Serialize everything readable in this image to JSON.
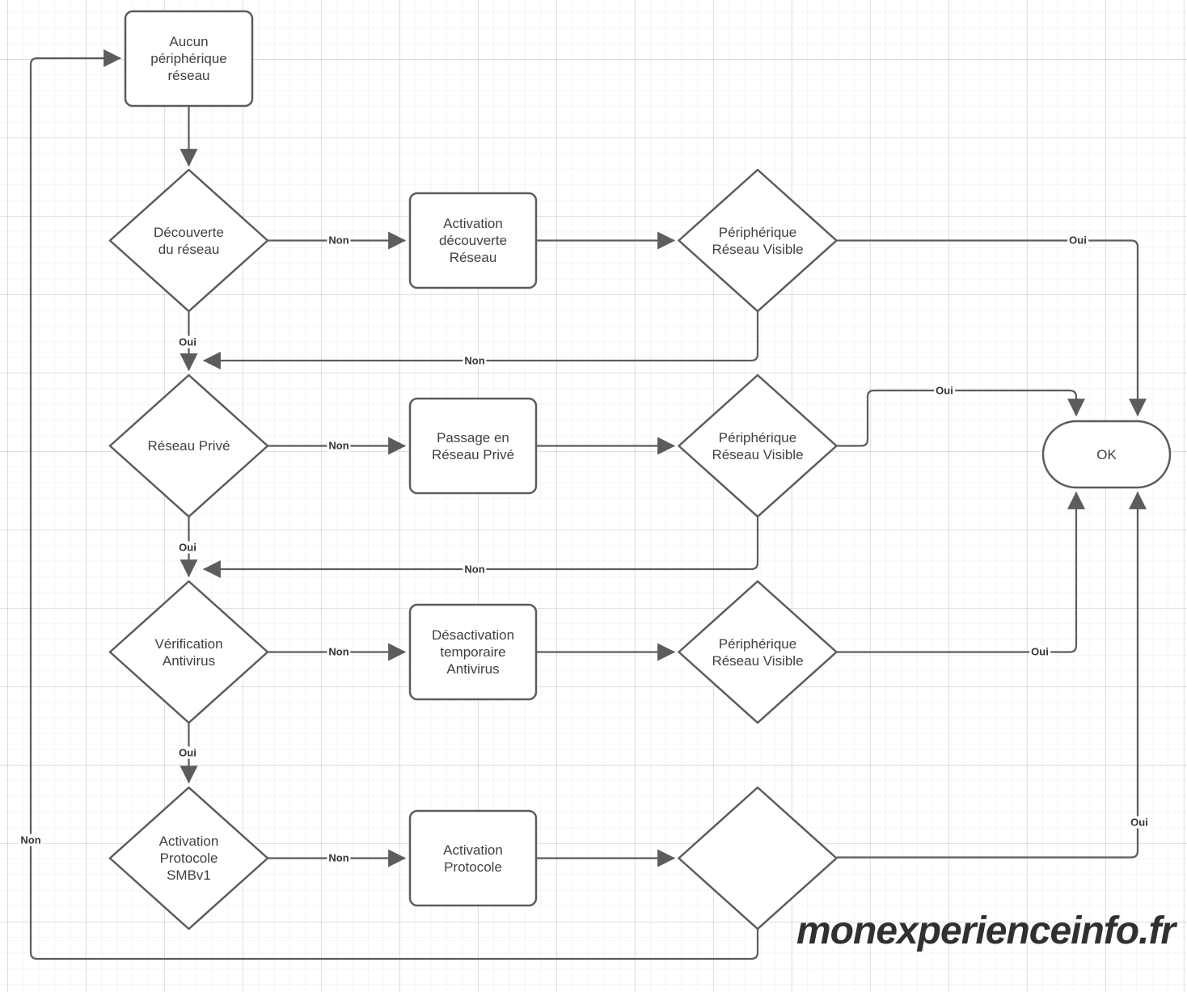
{
  "diagram": {
    "nodes": {
      "start": {
        "label": "Aucun\npériphérique\nréseau",
        "shape": "rounded-rectangle"
      },
      "d1": {
        "label": "Découverte\ndu réseau",
        "shape": "diamond"
      },
      "box1": {
        "label": "Activation\ndécouverte\nRéseau",
        "shape": "rounded-rectangle"
      },
      "p1": {
        "label": "Périphérique\nRéseau Visible",
        "shape": "diamond"
      },
      "d2": {
        "label": "Réseau Privé",
        "shape": "diamond"
      },
      "box2": {
        "label": "Passage en\nRéseau Privé",
        "shape": "rounded-rectangle"
      },
      "p2": {
        "label": "Périphérique\nRéseau Visible",
        "shape": "diamond"
      },
      "d3": {
        "label": "Vérification\nAntivirus",
        "shape": "diamond"
      },
      "box3": {
        "label": "Désactivation\ntemporaire\nAntivirus",
        "shape": "rounded-rectangle"
      },
      "p3": {
        "label": "Périphérique\nRéseau Visible",
        "shape": "diamond"
      },
      "d4": {
        "label": "Activation\nProtocole\nSMBv1",
        "shape": "diamond"
      },
      "box4": {
        "label": "Activation\nProtocole",
        "shape": "rounded-rectangle"
      },
      "ok": {
        "label": "OK",
        "shape": "terminator"
      }
    },
    "edge_labels": {
      "oui": "Oui",
      "non": "Non"
    },
    "watermark": "monexperienceinfo.fr",
    "colors": {
      "stroke": "#5c5c5c",
      "node_fill": "#ffffff",
      "node_text": "#404040",
      "edge_label_text": "#333333",
      "background": "#ffffff"
    }
  }
}
